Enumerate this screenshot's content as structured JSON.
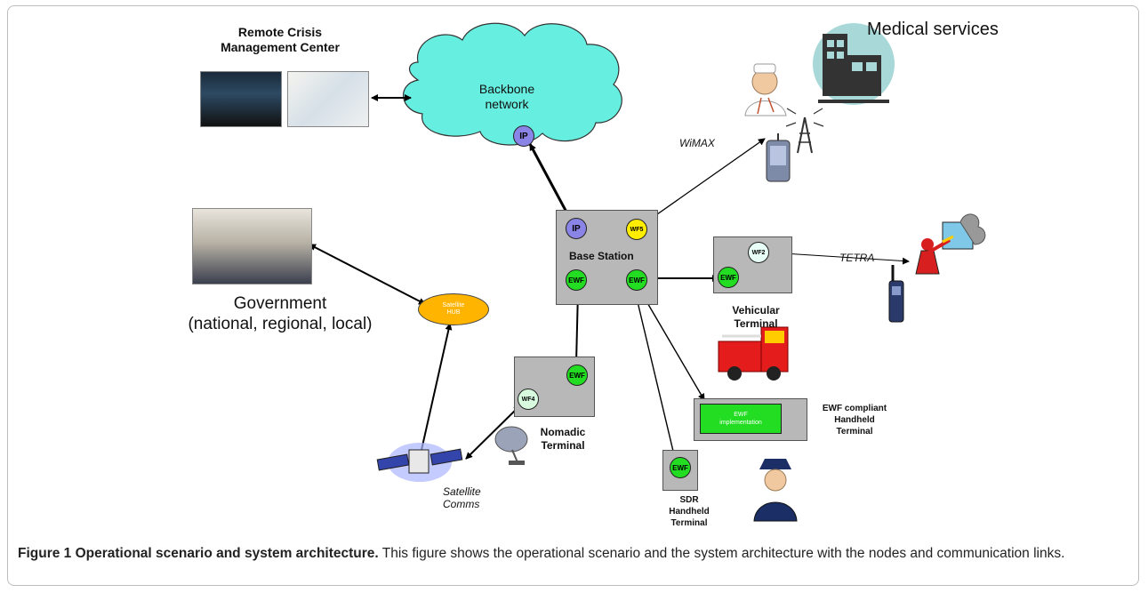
{
  "figure": {
    "caption_title": "Figure 1 Operational scenario and system architecture.",
    "caption_text": " This figure shows the operational scenario and the system architecture with the nodes and communication links."
  },
  "labels": {
    "remote_center": "Remote Crisis\nManagement Center",
    "backbone": "Backbone\nnetwork",
    "medical": "Medical services",
    "wimax": "WiMAX",
    "tetra": "TETRA",
    "government": "Government\n(national, regional, local)",
    "satellite_hub": "Satellite\nHUB",
    "base_station": "Base Station",
    "vehicular": "Vehicular\nTerminal",
    "nomadic": "Nomadic\nTerminal",
    "ewf_handheld": "EWF compliant\nHandheld\nTerminal",
    "ewf_impl": "EWF\nimplementation",
    "sdr_handheld": "SDR\nHandheld\nTerminal",
    "satellite_comms": "Satellite\nComms"
  },
  "nodes": {
    "ip": "IP",
    "wf5": "WF5",
    "ewf": "EWF",
    "wf2": "WF2",
    "wf4": "WF4"
  }
}
